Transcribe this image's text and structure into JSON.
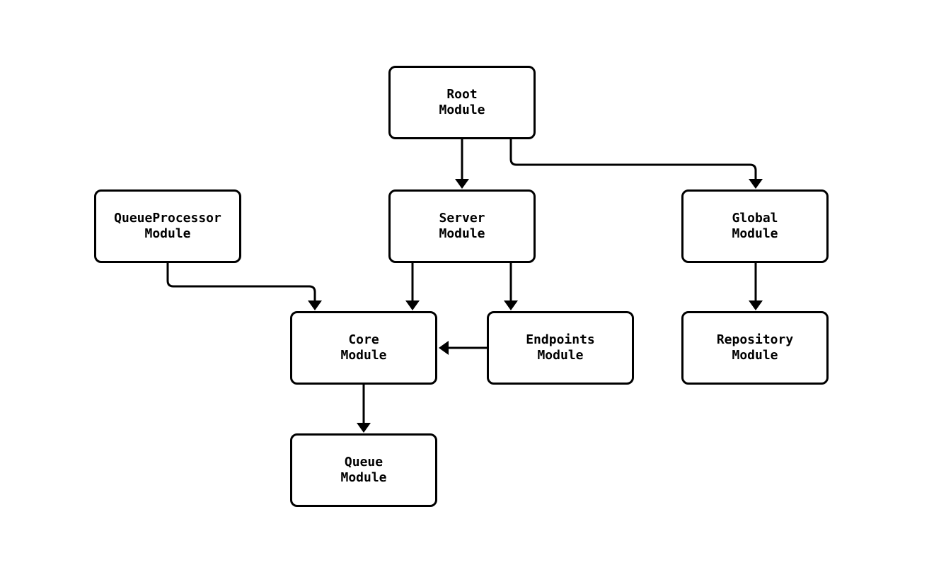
{
  "diagram": {
    "nodes": {
      "root": {
        "line1": "Root",
        "line2": "Module"
      },
      "queue_processor": {
        "line1": "QueueProcessor",
        "line2": "Module"
      },
      "server": {
        "line1": "Server",
        "line2": "Module"
      },
      "global": {
        "line1": "Global",
        "line2": "Module"
      },
      "core": {
        "line1": "Core",
        "line2": "Module"
      },
      "endpoints": {
        "line1": "Endpoints",
        "line2": "Module"
      },
      "repository": {
        "line1": "Repository",
        "line2": "Module"
      },
      "queue": {
        "line1": "Queue",
        "line2": "Module"
      }
    },
    "edges": [
      {
        "from": "Root Module",
        "to": "Server Module"
      },
      {
        "from": "Root Module",
        "to": "Global Module"
      },
      {
        "from": "QueueProcessor Module",
        "to": "Core Module"
      },
      {
        "from": "Server Module",
        "to": "Core Module"
      },
      {
        "from": "Server Module",
        "to": "Endpoints Module"
      },
      {
        "from": "Endpoints Module",
        "to": "Core Module"
      },
      {
        "from": "Global Module",
        "to": "Repository Module"
      },
      {
        "from": "Core Module",
        "to": "Queue Module"
      }
    ],
    "colors": {
      "background": "#ffffff",
      "node_fill": "#ffffff",
      "stroke": "#000000",
      "text": "#000000"
    }
  }
}
